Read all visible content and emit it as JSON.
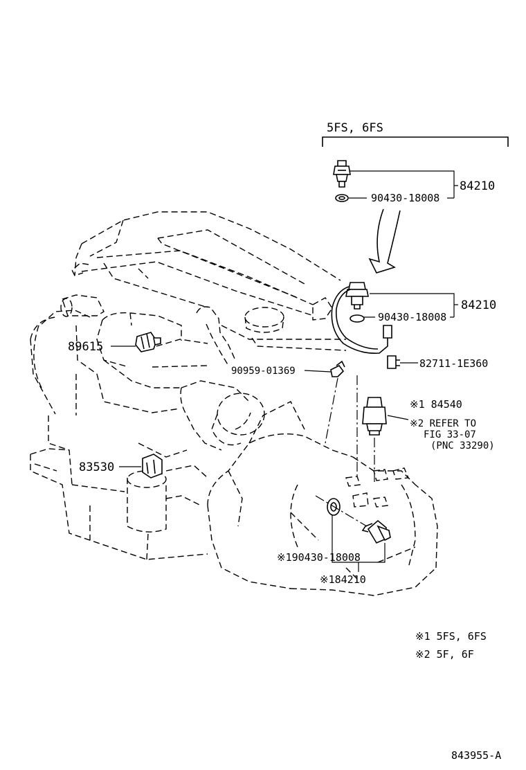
{
  "group_heading": "5FS, 6FS",
  "callouts": {
    "upper_switch_part": "84210",
    "upper_gasket_part": "90430-18008",
    "main_switch_part": "84210",
    "main_gasket_part": "90430-18008",
    "connector_part": "82711-1E360",
    "clamp_part": "90959-01369",
    "sensor_89615": "89615",
    "oil_switch_83530": "83530",
    "speed_sensor_note": "※1 84540",
    "refer_line1": "※2 REFER TO",
    "refer_line2": "FIG 33-07",
    "refer_line3": "(PNC 33290)",
    "lower_gasket_part": "※190430-18008",
    "lower_switch_part": "※184210"
  },
  "notes": [
    "※1  5FS, 6FS",
    "※2  5F, 6F"
  ],
  "figure_id": "843955-A",
  "colors": {
    "ink": "#000000",
    "background": "#ffffff"
  }
}
